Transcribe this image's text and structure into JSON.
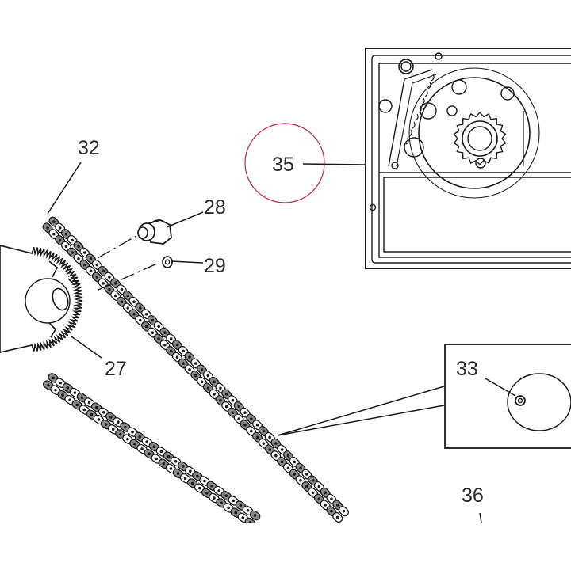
{
  "diagram": {
    "callouts": [
      {
        "id": "32",
        "label": "32"
      },
      {
        "id": "28",
        "label": "28"
      },
      {
        "id": "29",
        "label": "29"
      },
      {
        "id": "27",
        "label": "27"
      },
      {
        "id": "35",
        "label": "35"
      },
      {
        "id": "33",
        "label": "33"
      },
      {
        "id": "36",
        "label": "36"
      }
    ],
    "highlight": {
      "callout": "35",
      "color": "#c0283c"
    },
    "colors": {
      "line": "#1a1a1a",
      "callout_text": "#2a2a2a",
      "chain_fill": "#8a8a8a",
      "background": "#ffffff"
    }
  }
}
